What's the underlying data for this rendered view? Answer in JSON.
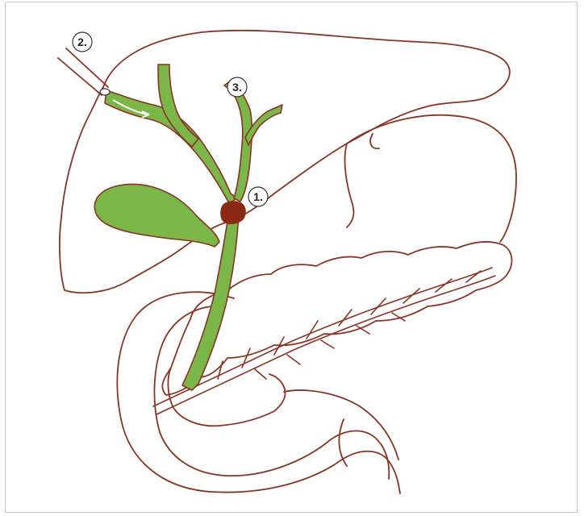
{
  "labels": [
    {
      "id": "1",
      "text": "1."
    },
    {
      "id": "2",
      "text": "2."
    },
    {
      "id": "3",
      "text": "3."
    }
  ],
  "colors": {
    "outline": "#8a3324",
    "bile_duct": "#7ab648",
    "stone": "#8b2a14",
    "frame": "#c9c9c9"
  }
}
